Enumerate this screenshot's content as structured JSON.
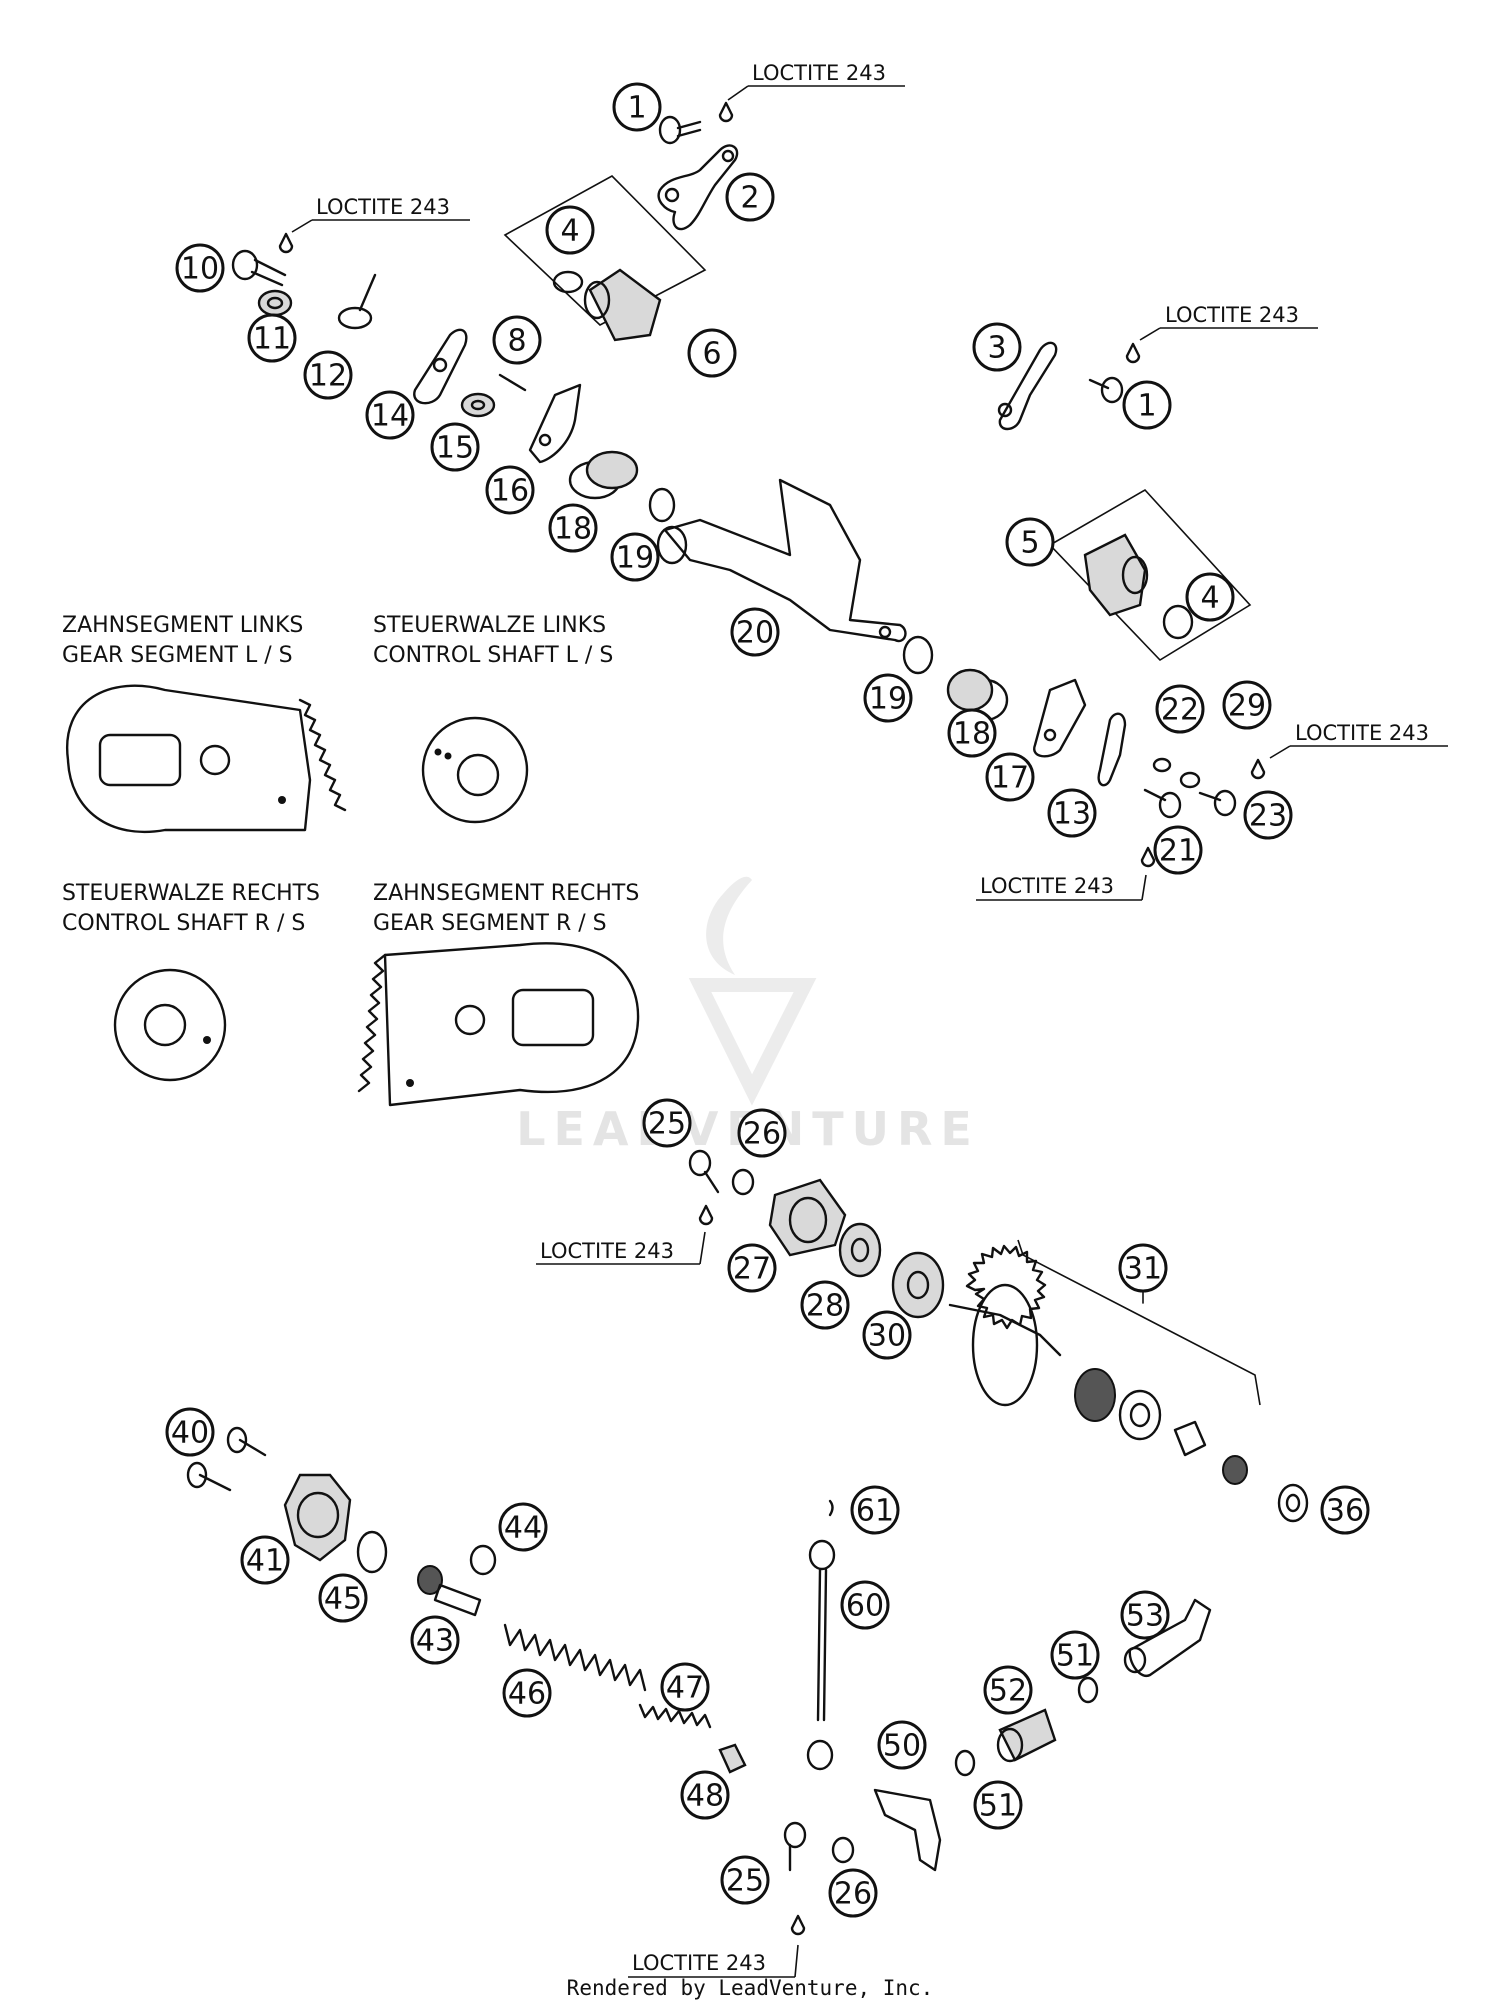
{
  "loctite_label": "LOCTITE 243",
  "inset_labels": {
    "gear_segment_left": [
      "ZAHNSEGMENT LINKS",
      "GEAR SEGMENT L / S"
    ],
    "control_shaft_left": [
      "STEUERWALZE LINKS",
      "CONTROL SHAFT L / S"
    ],
    "control_shaft_right": [
      "STEUERWALZE RECHTS",
      "CONTROL SHAFT R / S"
    ],
    "gear_segment_right": [
      "ZAHNSEGMENT RECHTS",
      "GEAR SEGMENT R / S"
    ]
  },
  "callouts": [
    "1",
    "2",
    "4",
    "6",
    "10",
    "11",
    "12",
    "8",
    "14",
    "15",
    "16",
    "18",
    "19",
    "3",
    "1",
    "5",
    "4",
    "20",
    "19",
    "18",
    "17",
    "13",
    "22",
    "29",
    "23",
    "21",
    "25",
    "26",
    "27",
    "28",
    "30",
    "31",
    "36",
    "40",
    "41",
    "45",
    "44",
    "43",
    "46",
    "47",
    "48",
    "61",
    "60",
    "50",
    "53",
    "51",
    "52",
    "51",
    "25",
    "26"
  ],
  "watermark": "LEADVENTURE",
  "footer": "Rendered by LeadVenture, Inc."
}
